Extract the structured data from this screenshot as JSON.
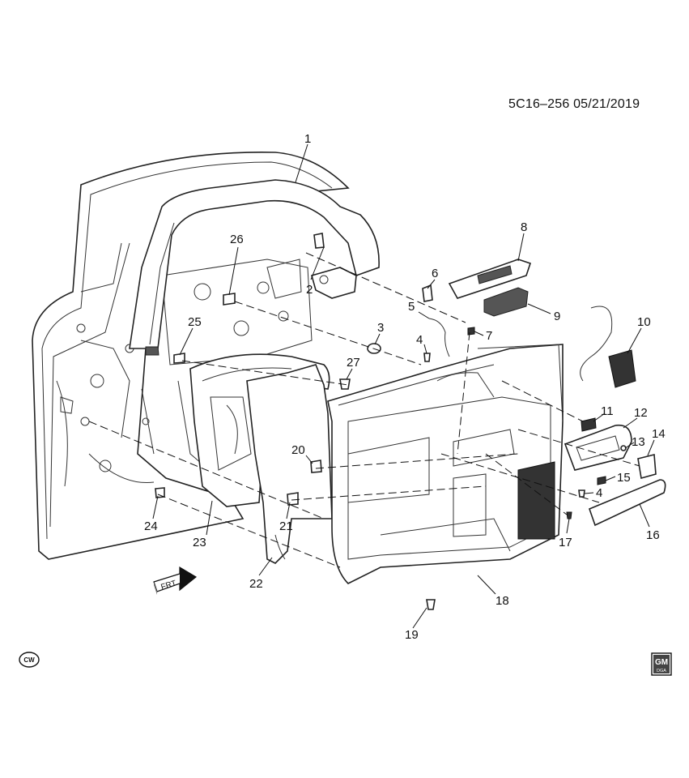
{
  "doc_id": "5C16–256 05/21/2019",
  "callouts": [
    "1",
    "2",
    "3",
    "4",
    "5",
    "6",
    "7",
    "8",
    "9",
    "10",
    "11",
    "12",
    "13",
    "14",
    "15",
    "4",
    "16",
    "17",
    "18",
    "19",
    "20",
    "21",
    "22",
    "23",
    "24",
    "25",
    "26",
    "27"
  ],
  "front_arrow_label": "FRT",
  "cw_badge": "CW",
  "gm_logo": {
    "top": "GM",
    "bottom": "DGA"
  }
}
